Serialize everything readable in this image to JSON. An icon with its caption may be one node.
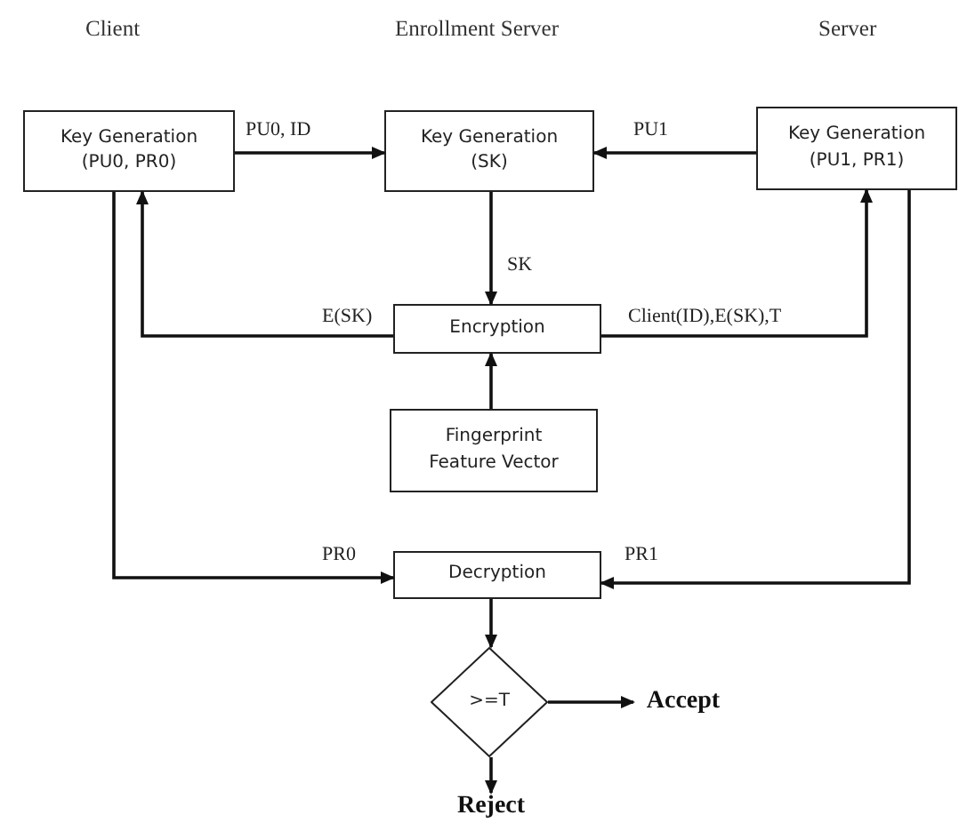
{
  "diagram": {
    "nodes": [
      {
        "text": [
          "Key Generation (PU0, PR0)"
        ]
      },
      {
        "text": [
          "Key Generation (SK)"
        ]
      },
      {
        "text": [
          "Key Generation (PU1, PR1)"
        ]
      },
      {
        "text": [
          "Encryption"
        ]
      },
      {
        "text": [
          "Fingerprint Feature Vector"
        ]
      },
      {
        "text": [
          "Decryption"
        ]
      },
      {
        "text": [
          ">=T"
        ]
      },
      {
        "text": [
          "Accept"
        ]
      },
      {
        "text": [
          "Reject"
        ]
      }
    ],
    "edges": [
      {
        "from": 0,
        "to": 1,
        "arrow": "to",
        "label": "PU0, ID"
      },
      {
        "from": 2,
        "to": 1,
        "arrow": "to",
        "label": "PU1"
      },
      {
        "from": 1,
        "to": 3,
        "arrow": "to",
        "label": "SK"
      },
      {
        "from": 3,
        "to": 0,
        "arrow": "to",
        "label": "E(SK)"
      },
      {
        "from": 3,
        "to": 2,
        "arrow": "to",
        "label": "Client(ID),E(SK),T"
      },
      {
        "from": 4,
        "to": 3,
        "arrow": "to"
      },
      {
        "from": 0,
        "to": 5,
        "arrow": "to",
        "label": "PR0"
      },
      {
        "from": 2,
        "to": 5,
        "arrow": "to",
        "label": "PR1"
      },
      {
        "from": 5,
        "to": 6,
        "arrow": "to"
      },
      {
        "from": 6,
        "to": 7,
        "arrow": "to"
      },
      {
        "from": 6,
        "to": 8,
        "arrow": "to"
      }
    ],
    "labels": [
      "Client",
      "Enrollment Server",
      "Server"
    ]
  }
}
